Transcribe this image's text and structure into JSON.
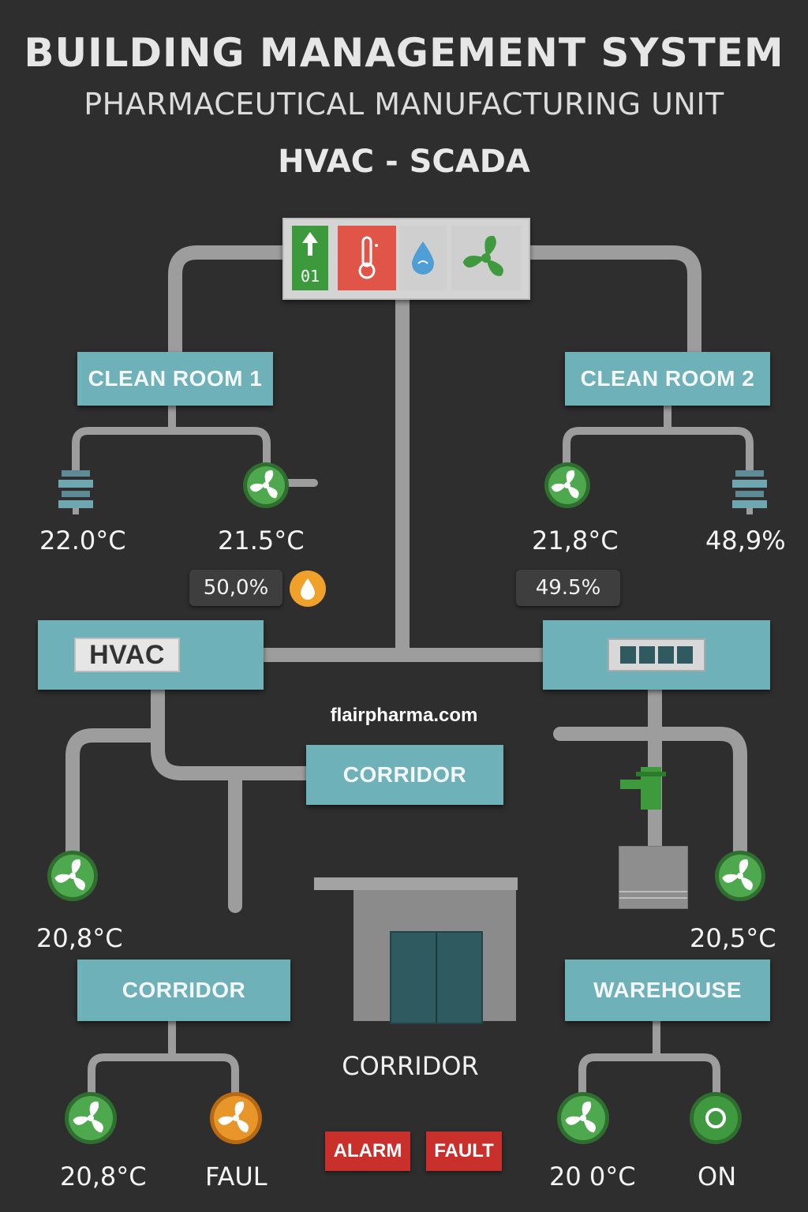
{
  "header": {
    "title": "BUILDING MANAGEMENT SYSTEM",
    "subtitle": "PHARMACEUTICAL MANUFACTURING UNIT",
    "system": "HVAC - SCADA"
  },
  "status_panel": {
    "level_label": "01",
    "icons": [
      "arrow-up-icon",
      "thermometer-icon",
      "water-drop-icon",
      "fan-icon"
    ]
  },
  "rooms": {
    "clean_room_1": {
      "label": "CLEAN ROOM 1",
      "left_temp": "22.0°C",
      "right_temp": "21.5°C",
      "humidity": "50,0%"
    },
    "clean_room_2": {
      "label": "CLEAN ROOM 2",
      "left_temp": "21,8°C",
      "right_humidity": "48,9%",
      "humidity": "49.5%"
    },
    "hvac": {
      "label": "HVAC"
    },
    "corridor_center": {
      "label": "CORRIDOR"
    },
    "corridor_left": {
      "label": "CORRIDOR",
      "upper_temp": "20,8°C",
      "fan_temp": "20,8°C",
      "fan_status": "FAUL"
    },
    "warehouse": {
      "label": "WAREHOUSE",
      "upper_temp": "20,5°C",
      "fan_temp": "20 0°C",
      "switch_status": "ON"
    },
    "corridor_building": {
      "label": "CORRIDOR"
    }
  },
  "website": "flairpharma.com",
  "buttons": {
    "alarm": "ALARM",
    "fault": "FAULT"
  },
  "colors": {
    "background": "#2e2e2e",
    "room": "#6fb1b9",
    "pipe": "#9a9a9a",
    "fan_ok": "#3f9a3f",
    "fan_fault": "#e8962a",
    "alarm": "#c9302c"
  }
}
